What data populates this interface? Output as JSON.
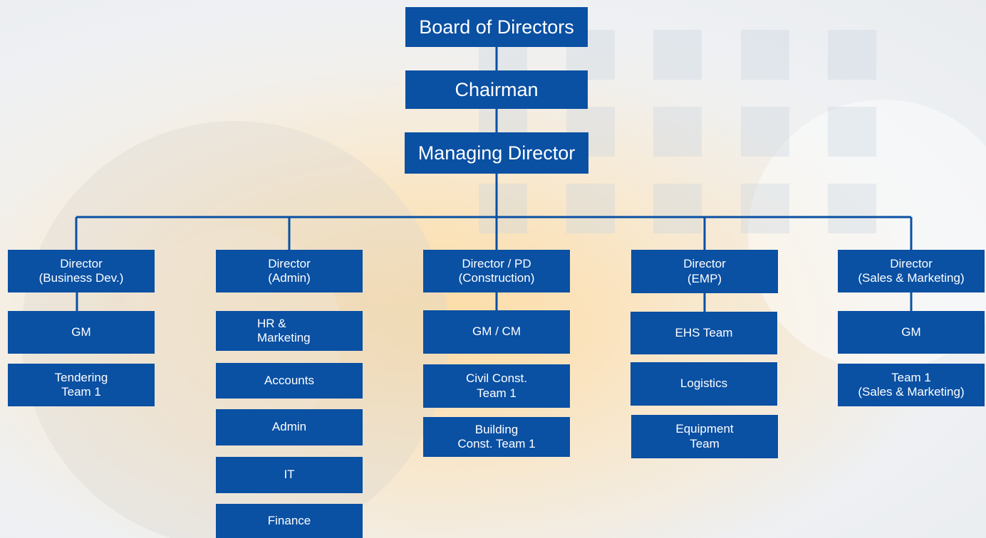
{
  "colors": {
    "box": "#0a50a3",
    "connector": "#0a50a3",
    "text": "#ffffff"
  },
  "top": {
    "board": "Board of Directors",
    "chairman": "Chairman",
    "md": "Managing Director"
  },
  "columns": [
    {
      "head": "Director\n(Business Dev.)",
      "items": [
        "GM",
        "Tendering\nTeam 1"
      ]
    },
    {
      "head": "Director\n(Admin)",
      "items": [
        "HR &\nMarketing",
        "Accounts",
        "Admin",
        "IT",
        "Finance"
      ]
    },
    {
      "head": "Director / PD\n(Construction)",
      "items": [
        "GM / CM",
        "Civil Const.\nTeam 1",
        "Building\nConst. Team 1"
      ]
    },
    {
      "head": "Director\n(EMP)",
      "items": [
        "EHS Team",
        "Logistics",
        "Equipment\nTeam"
      ]
    },
    {
      "head": "Director\n(Sales & Marketing)",
      "items": [
        "GM",
        "Team 1\n(Sales & Marketing)"
      ]
    }
  ]
}
